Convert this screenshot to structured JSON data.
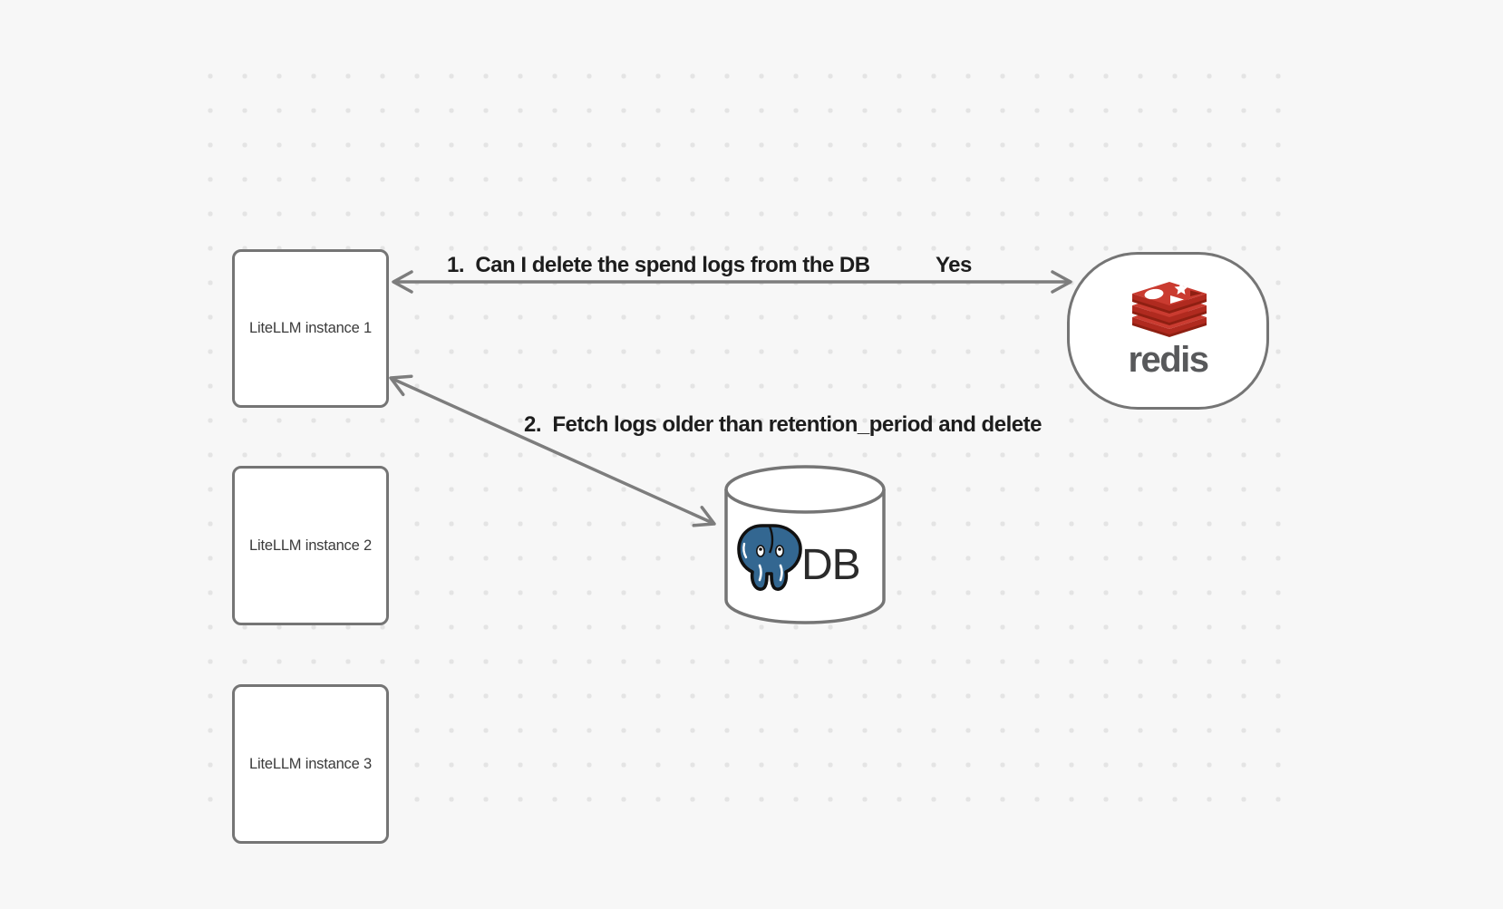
{
  "canvas": {
    "background": "#f7f7f7",
    "dot_color": "#e4e4e4",
    "shape_stroke": "#757575",
    "arrow_color": "#7d7d7d",
    "label_color": "#1d1d1d"
  },
  "nodes": {
    "instances": [
      {
        "label": "LiteLLM instance 1"
      },
      {
        "label": "LiteLLM instance 2"
      },
      {
        "label": "LiteLLM instance 3"
      }
    ],
    "redis": {
      "wordmark": "redis",
      "icon": "redis-stack-icon",
      "logo_red_light": "#CA3B30",
      "logo_red_mid": "#B02A1F",
      "logo_red_dark": "#8E1F12",
      "wordmark_color": "#58595b"
    },
    "db": {
      "label": "DB",
      "icon": "postgresql-elephant-icon",
      "elephant_blue": "#336791"
    }
  },
  "connectors": [
    {
      "label": "1.  Can I delete the spend logs from the DB",
      "answer": "Yes"
    },
    {
      "label": "2.  Fetch logs older than retention_period and delete"
    }
  ]
}
